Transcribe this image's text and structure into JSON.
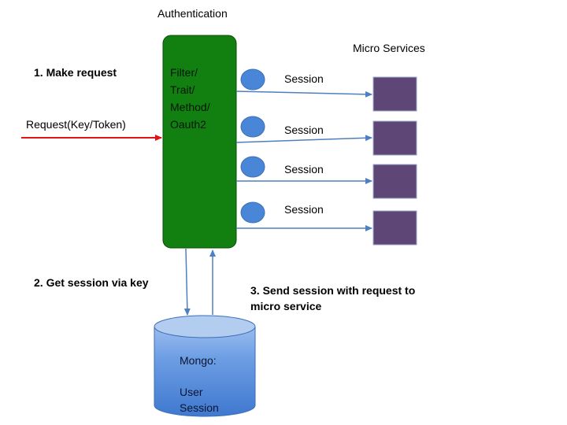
{
  "labels": {
    "authentication": "Authentication",
    "micro_services": "Micro Services",
    "step1": "1. Make request",
    "request": "Request(Key/Token)",
    "step2": "2. Get session via key",
    "step3_line1": "3. Send session with request to",
    "step3_line2": "micro service"
  },
  "auth_box": {
    "lines": [
      "Filter/",
      "Trait/",
      "Method/",
      "Oauth2"
    ]
  },
  "sessions": [
    "Session",
    "Session",
    "Session",
    "Session"
  ],
  "database": {
    "name": "Mongo:",
    "lines": [
      "User",
      "Session"
    ]
  },
  "colors": {
    "auth_box": "#118011",
    "auth_border": "#0c4d0c",
    "session_node": "#4a86d8",
    "micro_service": "#5e4677",
    "arrow": "#4e7fc0",
    "request_arrow": "#e01414",
    "db_body": "#4b83d9",
    "db_top": "#9ec0ec"
  }
}
